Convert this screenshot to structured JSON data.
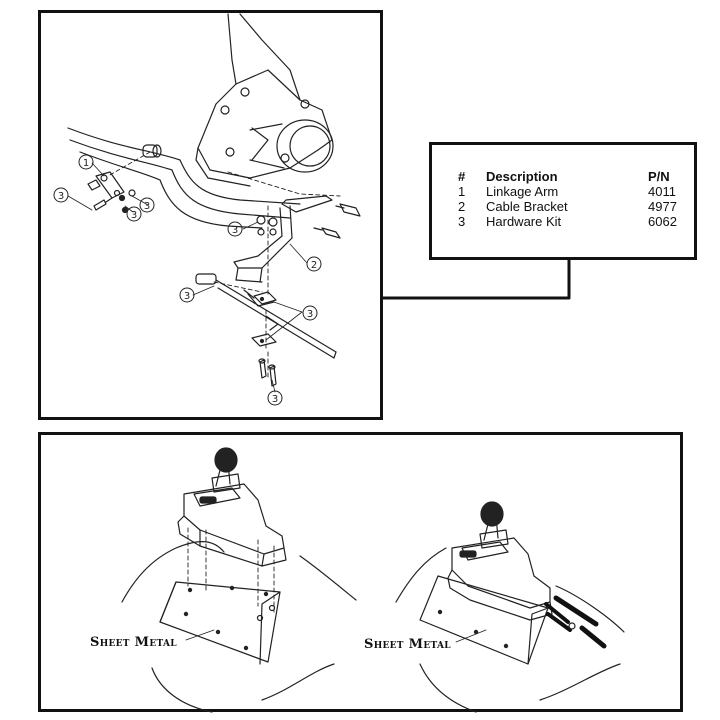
{
  "parts_table": {
    "headers": [
      "#",
      "Description",
      "P/N"
    ],
    "rows": [
      {
        "num": "1",
        "desc": "Linkage Arm",
        "pn": "4011"
      },
      {
        "num": "2",
        "desc": "Cable Bracket",
        "pn": "4977"
      },
      {
        "num": "3",
        "desc": "Hardware Kit",
        "pn": "6062"
      }
    ]
  },
  "callouts": {
    "one": "1",
    "two": "2",
    "three": "3"
  },
  "sheet_metal_label": "Sheet Metal"
}
